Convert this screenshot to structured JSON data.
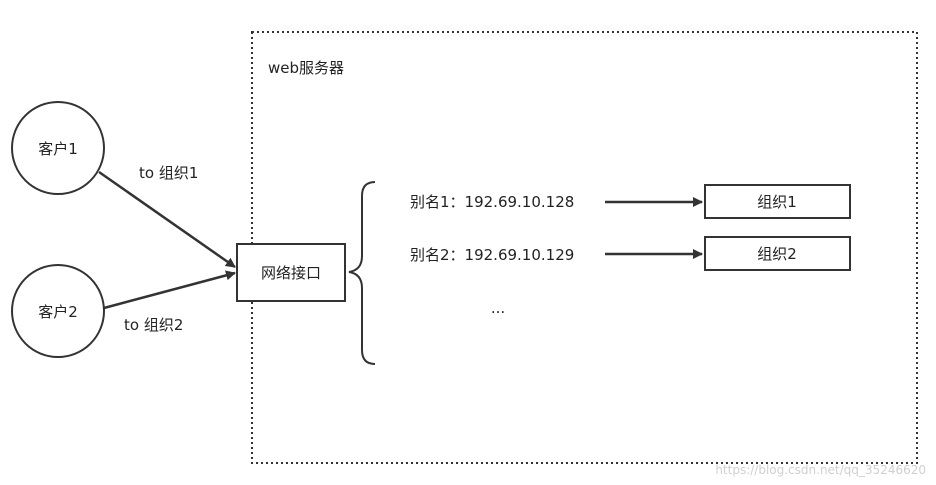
{
  "server": {
    "label": "web服务器"
  },
  "clients": [
    {
      "label": "客户1",
      "edge_label": "to 组织1"
    },
    {
      "label": "客户2",
      "edge_label": "to 组织2"
    }
  ],
  "interface": {
    "label": "网络接口"
  },
  "aliases": [
    {
      "label": "别名1：192.69.10.128",
      "target": "组织1"
    },
    {
      "label": "别名2：192.69.10.129",
      "target": "组织2"
    }
  ],
  "ellipsis": "...",
  "watermark": "https://blog.csdn.net/qq_35246620"
}
